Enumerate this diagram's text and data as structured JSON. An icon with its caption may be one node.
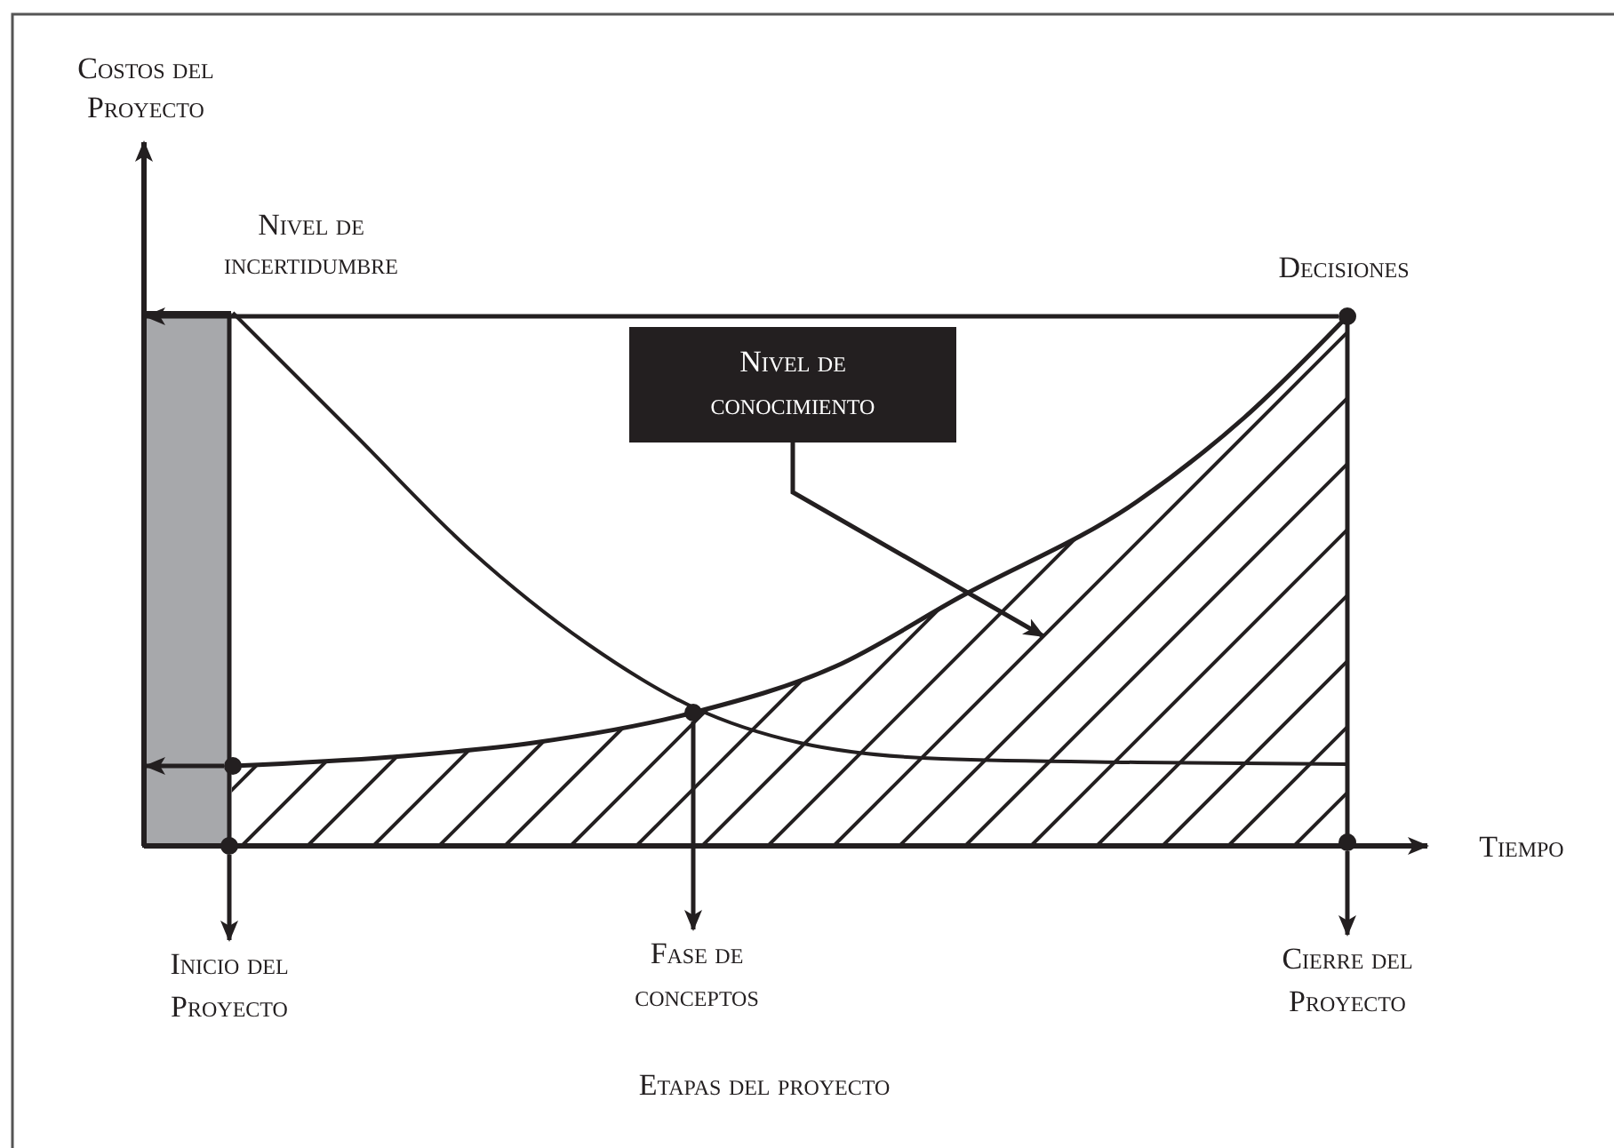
{
  "diagram": {
    "nodes": [
      {
        "text": [],
        "shape": "circle",
        "beside": [
          "Decisiones"
        ]
      },
      {
        "text": [
          "Nivel de conocimiento"
        ]
      },
      {
        "text": [],
        "shape": "circle"
      },
      {
        "text": [],
        "shape": "circle"
      },
      {
        "text": [],
        "shape": "circle"
      },
      {
        "text": [],
        "shape": "circle"
      },
      {
        "text": [
          "Inicio del Proyecto"
        ]
      },
      {
        "text": [
          "Fase de conceptos"
        ]
      },
      {
        "text": [
          "Cierre del Proyecto"
        ]
      },
      {
        "text": [],
        "shape": "bar"
      }
    ],
    "edges": [
      {
        "from": 0,
        "to": 9,
        "arrow": "to"
      },
      {
        "from": 1,
        "to": null,
        "arrow": "to"
      },
      {
        "from": 3,
        "to": 9,
        "arrow": "to"
      },
      {
        "from": 2,
        "to": 7,
        "arrow": "to"
      },
      {
        "from": 4,
        "to": 6,
        "arrow": "to"
      },
      {
        "from": 5,
        "to": 8,
        "arrow": "to"
      }
    ],
    "labels": [
      "Costos del Proyecto",
      "Nivel de incertidumbre",
      "Tiempo",
      "Etapas del proyecto"
    ]
  }
}
